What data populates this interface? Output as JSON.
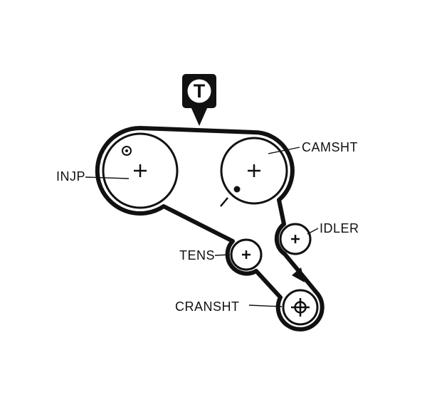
{
  "diagram": {
    "badge": {
      "letter": "T"
    },
    "labels": {
      "camshaft": "CAMSHT",
      "injection_pump": "INJP",
      "idler": "IDLER",
      "tensioner": "TENS",
      "crankshaft": "CRANSHT"
    },
    "colors": {
      "ink": "#111111",
      "background": "#ffffff",
      "badge_circle_fill": "#ffffff"
    },
    "icons": {
      "badge_pointer": "triangle-down",
      "belt_direction_arrow": "arrow-down-right",
      "injp_timing_mark": "double-circle",
      "camsht_timing_mark": "filled-dot-and-tick",
      "cransht_symbol": "crosshair-circle",
      "pulley_center_mark": "plus-cross"
    }
  }
}
